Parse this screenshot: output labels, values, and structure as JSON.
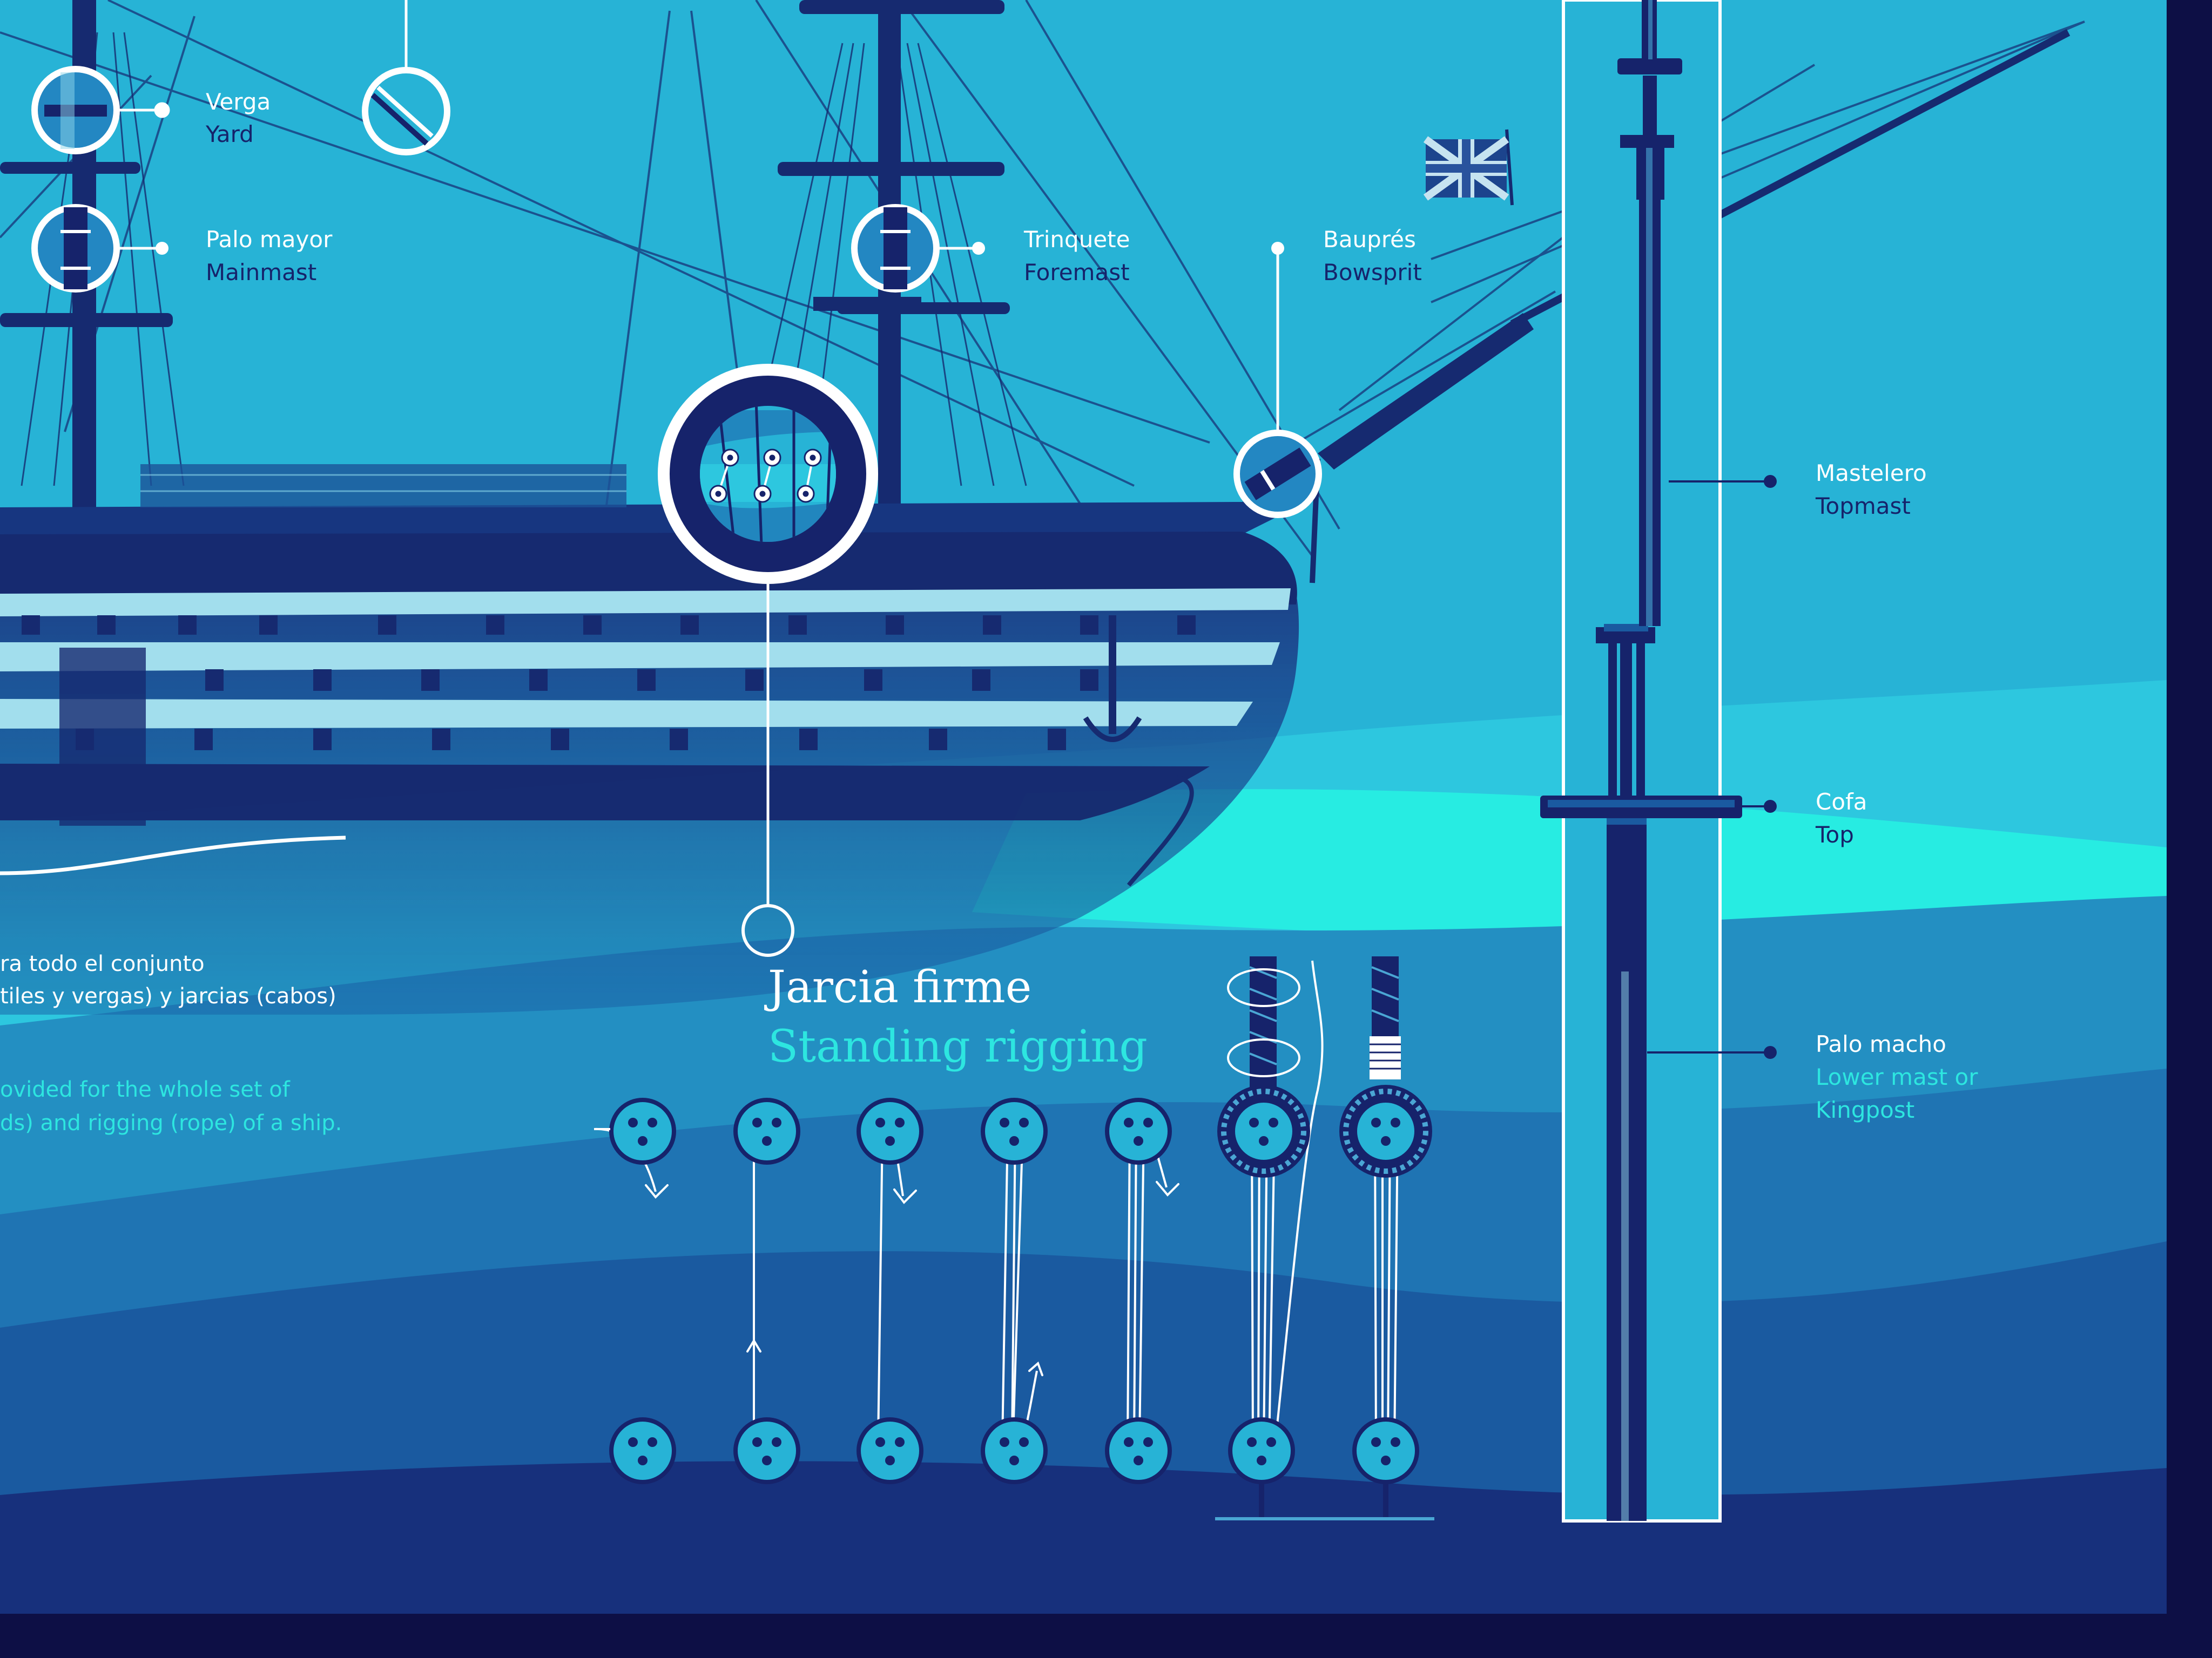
{
  "callouts": {
    "yard": {
      "es": "Verga",
      "en": "Yard"
    },
    "mainmast": {
      "es": "Palo mayor",
      "en": "Mainmast"
    },
    "foremast": {
      "es": "Trinquete",
      "en": "Foremast"
    },
    "bowsprit": {
      "es": "Bauprés",
      "en": "Bowsprit"
    }
  },
  "mast": {
    "topmast": {
      "es": "Mastelero",
      "en": "Topmast"
    },
    "top": {
      "es": "Cofa",
      "en": "Top"
    },
    "lower": {
      "es": "Palo macho",
      "en_line1": "Lower mast or",
      "en_line2": "Kingpost"
    }
  },
  "intro": {
    "es_line1": "ra todo el conjunto",
    "es_line2": "tiles y vergas) y jarcias (cabos)",
    "en_line1": "ovided for the whole set of",
    "en_line2": "ds) and rigging (rope) of a ship."
  },
  "rigging": {
    "title_es": "Jarcia firme",
    "title_en": "Standing rigging"
  },
  "icons": [
    "union-jack-flag-icon",
    "yard-icon",
    "mast-icon",
    "bowsprit-icon",
    "rigging-block-icon",
    "deadeye-icon"
  ],
  "colors": {
    "sky": "#27b3d6",
    "deep_navy": "#16236b",
    "cyan": "#2de6e0",
    "frame": "#0d0f45"
  }
}
